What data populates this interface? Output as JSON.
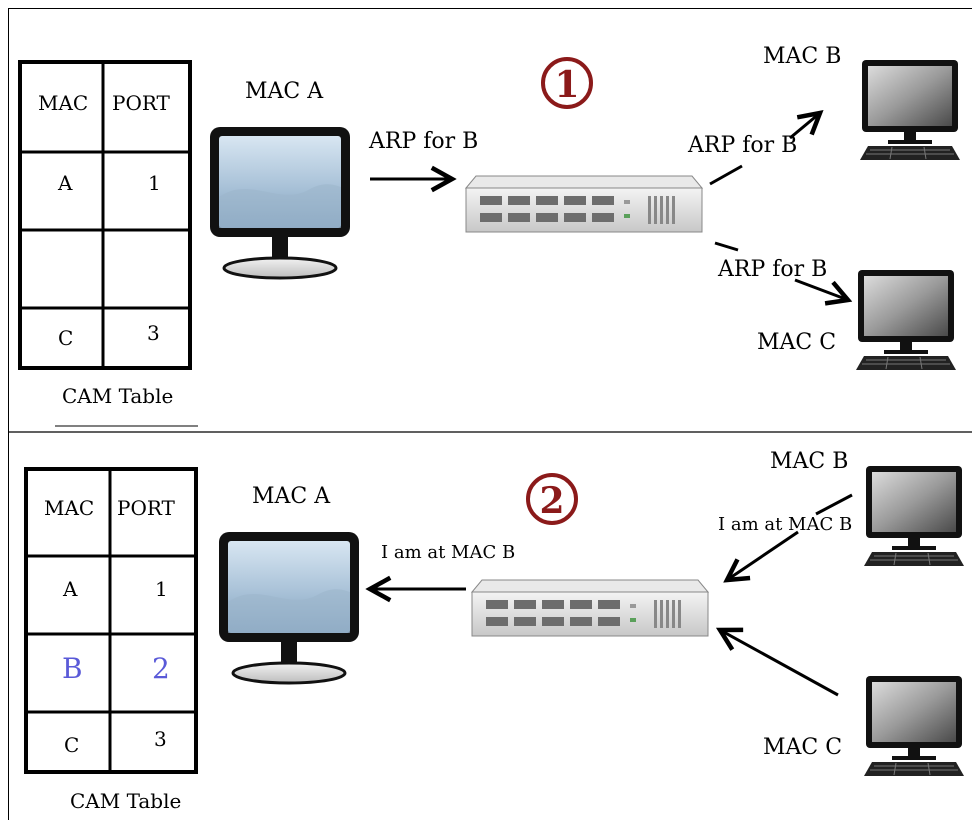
{
  "panel1": {
    "step": "1",
    "cam_table": {
      "headers": [
        "MAC",
        "PORT"
      ],
      "rows": [
        [
          "A",
          "1"
        ],
        [
          "",
          ""
        ],
        [
          "C",
          "3"
        ]
      ],
      "caption": "CAM Table"
    },
    "host_a_label": "MAC A",
    "arrow_label": "ARP for B",
    "out_label_b": "ARP for B",
    "out_label_c": "ARP for B",
    "host_b_label": "MAC B",
    "host_c_label": "MAC C"
  },
  "panel2": {
    "step": "2",
    "cam_table": {
      "headers": [
        "MAC",
        "PORT"
      ],
      "rows": [
        [
          "A",
          "1"
        ],
        [
          "B",
          "2"
        ],
        [
          "C",
          "3"
        ]
      ],
      "caption": "CAM Table",
      "highlight_row": 1
    },
    "host_a_label": "MAC A",
    "reply_label": "I am at MAC B",
    "in_label_b": "I am at MAC B",
    "host_b_label": "MAC B",
    "host_c_label": "MAC C"
  },
  "colors": {
    "badge": "#8b1a1a",
    "learned_entry": "#5a5ad8",
    "line": "#000000"
  }
}
